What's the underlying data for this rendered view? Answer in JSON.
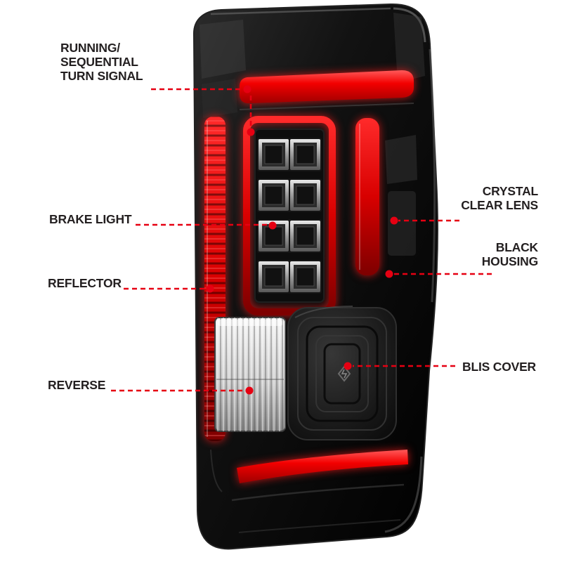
{
  "figure": {
    "background": "#ffffff",
    "callout_color": "#e60012",
    "label_color": "#231f20",
    "subject": "tail light product callout diagram"
  },
  "callouts": {
    "running_turn_signal": {
      "lines": [
        "RUNNING/",
        "SEQUENTIAL",
        "TURN SIGNAL"
      ]
    },
    "brake_light": {
      "label": "BRAKE LIGHT"
    },
    "reflector": {
      "label": "REFLECTOR"
    },
    "reverse": {
      "label": "REVERSE"
    },
    "crystal_clear_lens": {
      "lines": [
        "CRYSTAL",
        "CLEAR LENS"
      ]
    },
    "black_housing": {
      "lines": [
        "BLACK",
        "HOUSING"
      ]
    },
    "blis_cover": {
      "label": "BLIS COVER"
    }
  }
}
